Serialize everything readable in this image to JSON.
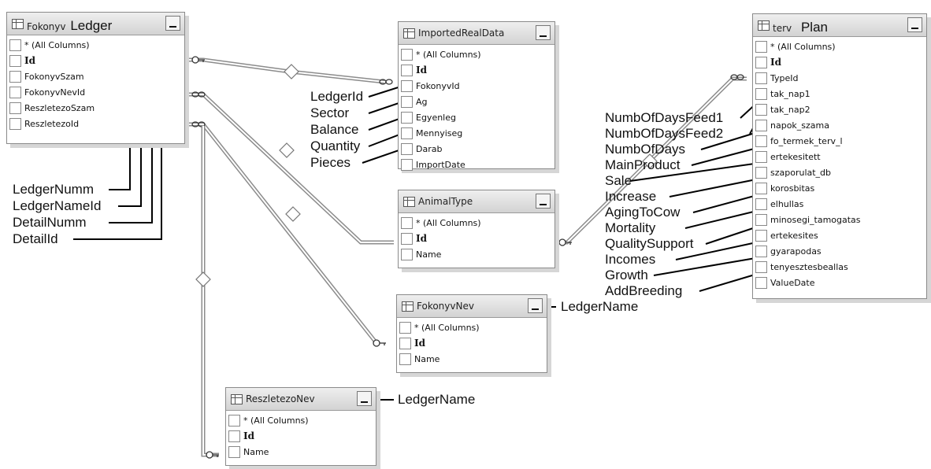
{
  "tables": {
    "ledger": {
      "name": "Fokonyv",
      "caption": "Ledger",
      "columns": [
        "* (All Columns)",
        "Id",
        "FokonyvSzam",
        "FokonyvNevId",
        "ReszletezoSzam",
        "ReszletezoId"
      ]
    },
    "imported": {
      "name": "ImportedRealData",
      "caption": "",
      "columns": [
        "* (All Columns)",
        "Id",
        "FokonyvId",
        "Ag",
        "Egyenleg",
        "Mennyiseg",
        "Darab",
        "ImportDate"
      ]
    },
    "animal": {
      "name": "AnimalType",
      "caption": "",
      "columns": [
        "* (All Columns)",
        "Id",
        "Name"
      ]
    },
    "fokonyvnev": {
      "name": "FokonyvNev",
      "caption": "",
      "columns": [
        "* (All Columns)",
        "Id",
        "Name"
      ]
    },
    "reszletezonev": {
      "name": "ReszletezoNev",
      "caption": "",
      "columns": [
        "* (All Columns)",
        "Id",
        "Name"
      ]
    },
    "plan": {
      "name": "terv",
      "caption": "Plan",
      "columns": [
        "* (All Columns)",
        "Id",
        "TypeId",
        "tak_nap1",
        "tak_nap2",
        "napok_szama",
        "fo_termek_terv_l",
        "ertekesitett",
        "szaporulat_db",
        "korosbitas",
        "elhullas",
        "minosegi_tamogatas",
        "ertekesites",
        "gyarapodas",
        "tenyesztesbeallas",
        "ValueDate"
      ]
    }
  },
  "annotations": {
    "ledger_cols": [
      "LedgerNumm",
      "LedgerNameId",
      "DetailNumm",
      "DetailId"
    ],
    "imported_cols": [
      "LedgerId",
      "Sector",
      "Balance",
      "Quantity",
      "Pieces"
    ],
    "plan_cols": [
      "NumbOfDaysFeed1",
      "NumbOfDaysFeed2",
      "NumbOfDays",
      "MainProduct",
      "Sale",
      "Increase",
      "AgingToCow",
      "Mortality",
      "QualitySupport",
      "Incomes",
      "Growth",
      "AddBreeding"
    ],
    "fokonyvnev": "LedgerName",
    "reszletezonev": "LedgerName"
  },
  "colors": {
    "line": "#8c8c8c",
    "arrow": "#000000",
    "header": "#d8d8d8"
  },
  "icons": {
    "table": "grid-table-icon",
    "key": "key-icon",
    "infinity": "infinity-icon",
    "relationship": "diamond-icon"
  }
}
